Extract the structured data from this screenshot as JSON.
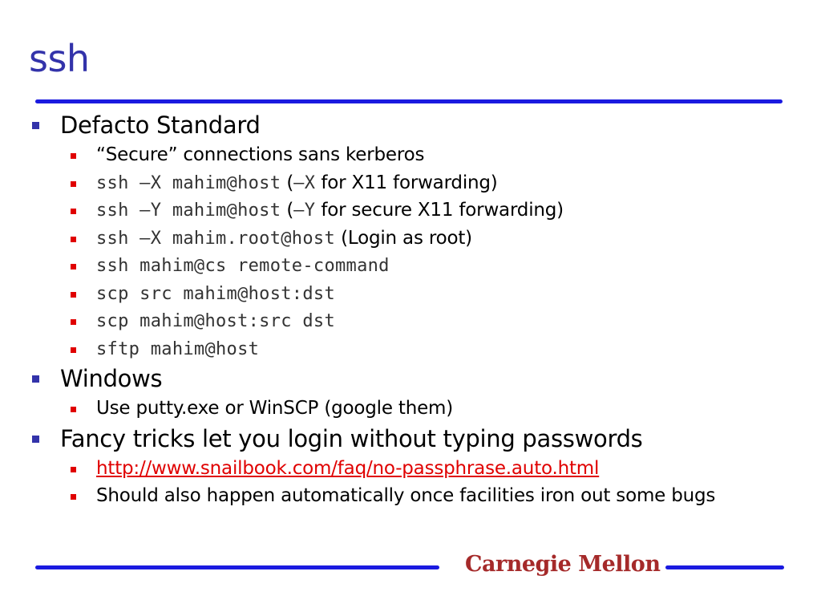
{
  "title": "ssh",
  "items": [
    {
      "label": "Defacto Standard",
      "subitems": [
        {
          "text": "“Secure” connections sans kerberos"
        },
        {
          "code": "ssh –X mahim@host",
          "open": " (",
          "code2": "–X",
          "rest": " for X11 forwarding)"
        },
        {
          "code": "ssh –Y mahim@host",
          "open": " (",
          "code2": "–Y",
          "rest": " for secure X11 forwarding)"
        },
        {
          "code": "ssh –X mahim.root@host",
          "rest": " (Login as root)"
        },
        {
          "code": "ssh mahim@cs remote-command"
        },
        {
          "code": "scp src mahim@host:dst"
        },
        {
          "code": "scp mahim@host:src dst"
        },
        {
          "code": "sftp mahim@host"
        }
      ]
    },
    {
      "label": "Windows",
      "subitems": [
        {
          "text": "Use putty.exe or WinSCP (google them)"
        }
      ]
    },
    {
      "label": "Fancy tricks let you login without typing passwords",
      "subitems": [
        {
          "link": "http://www.snailbook.com/faq/no-passphrase.auto.html"
        },
        {
          "text": "Should also happen automatically once facilities iron out some bugs"
        }
      ]
    }
  ],
  "footer": {
    "logo_text": "Carnegie Mellon"
  },
  "colors": {
    "title": "#3333aa",
    "rule": "#1a1ae0",
    "sub_bullet": "#e00000",
    "link": "#e00000",
    "logo": "#a52a2a"
  }
}
